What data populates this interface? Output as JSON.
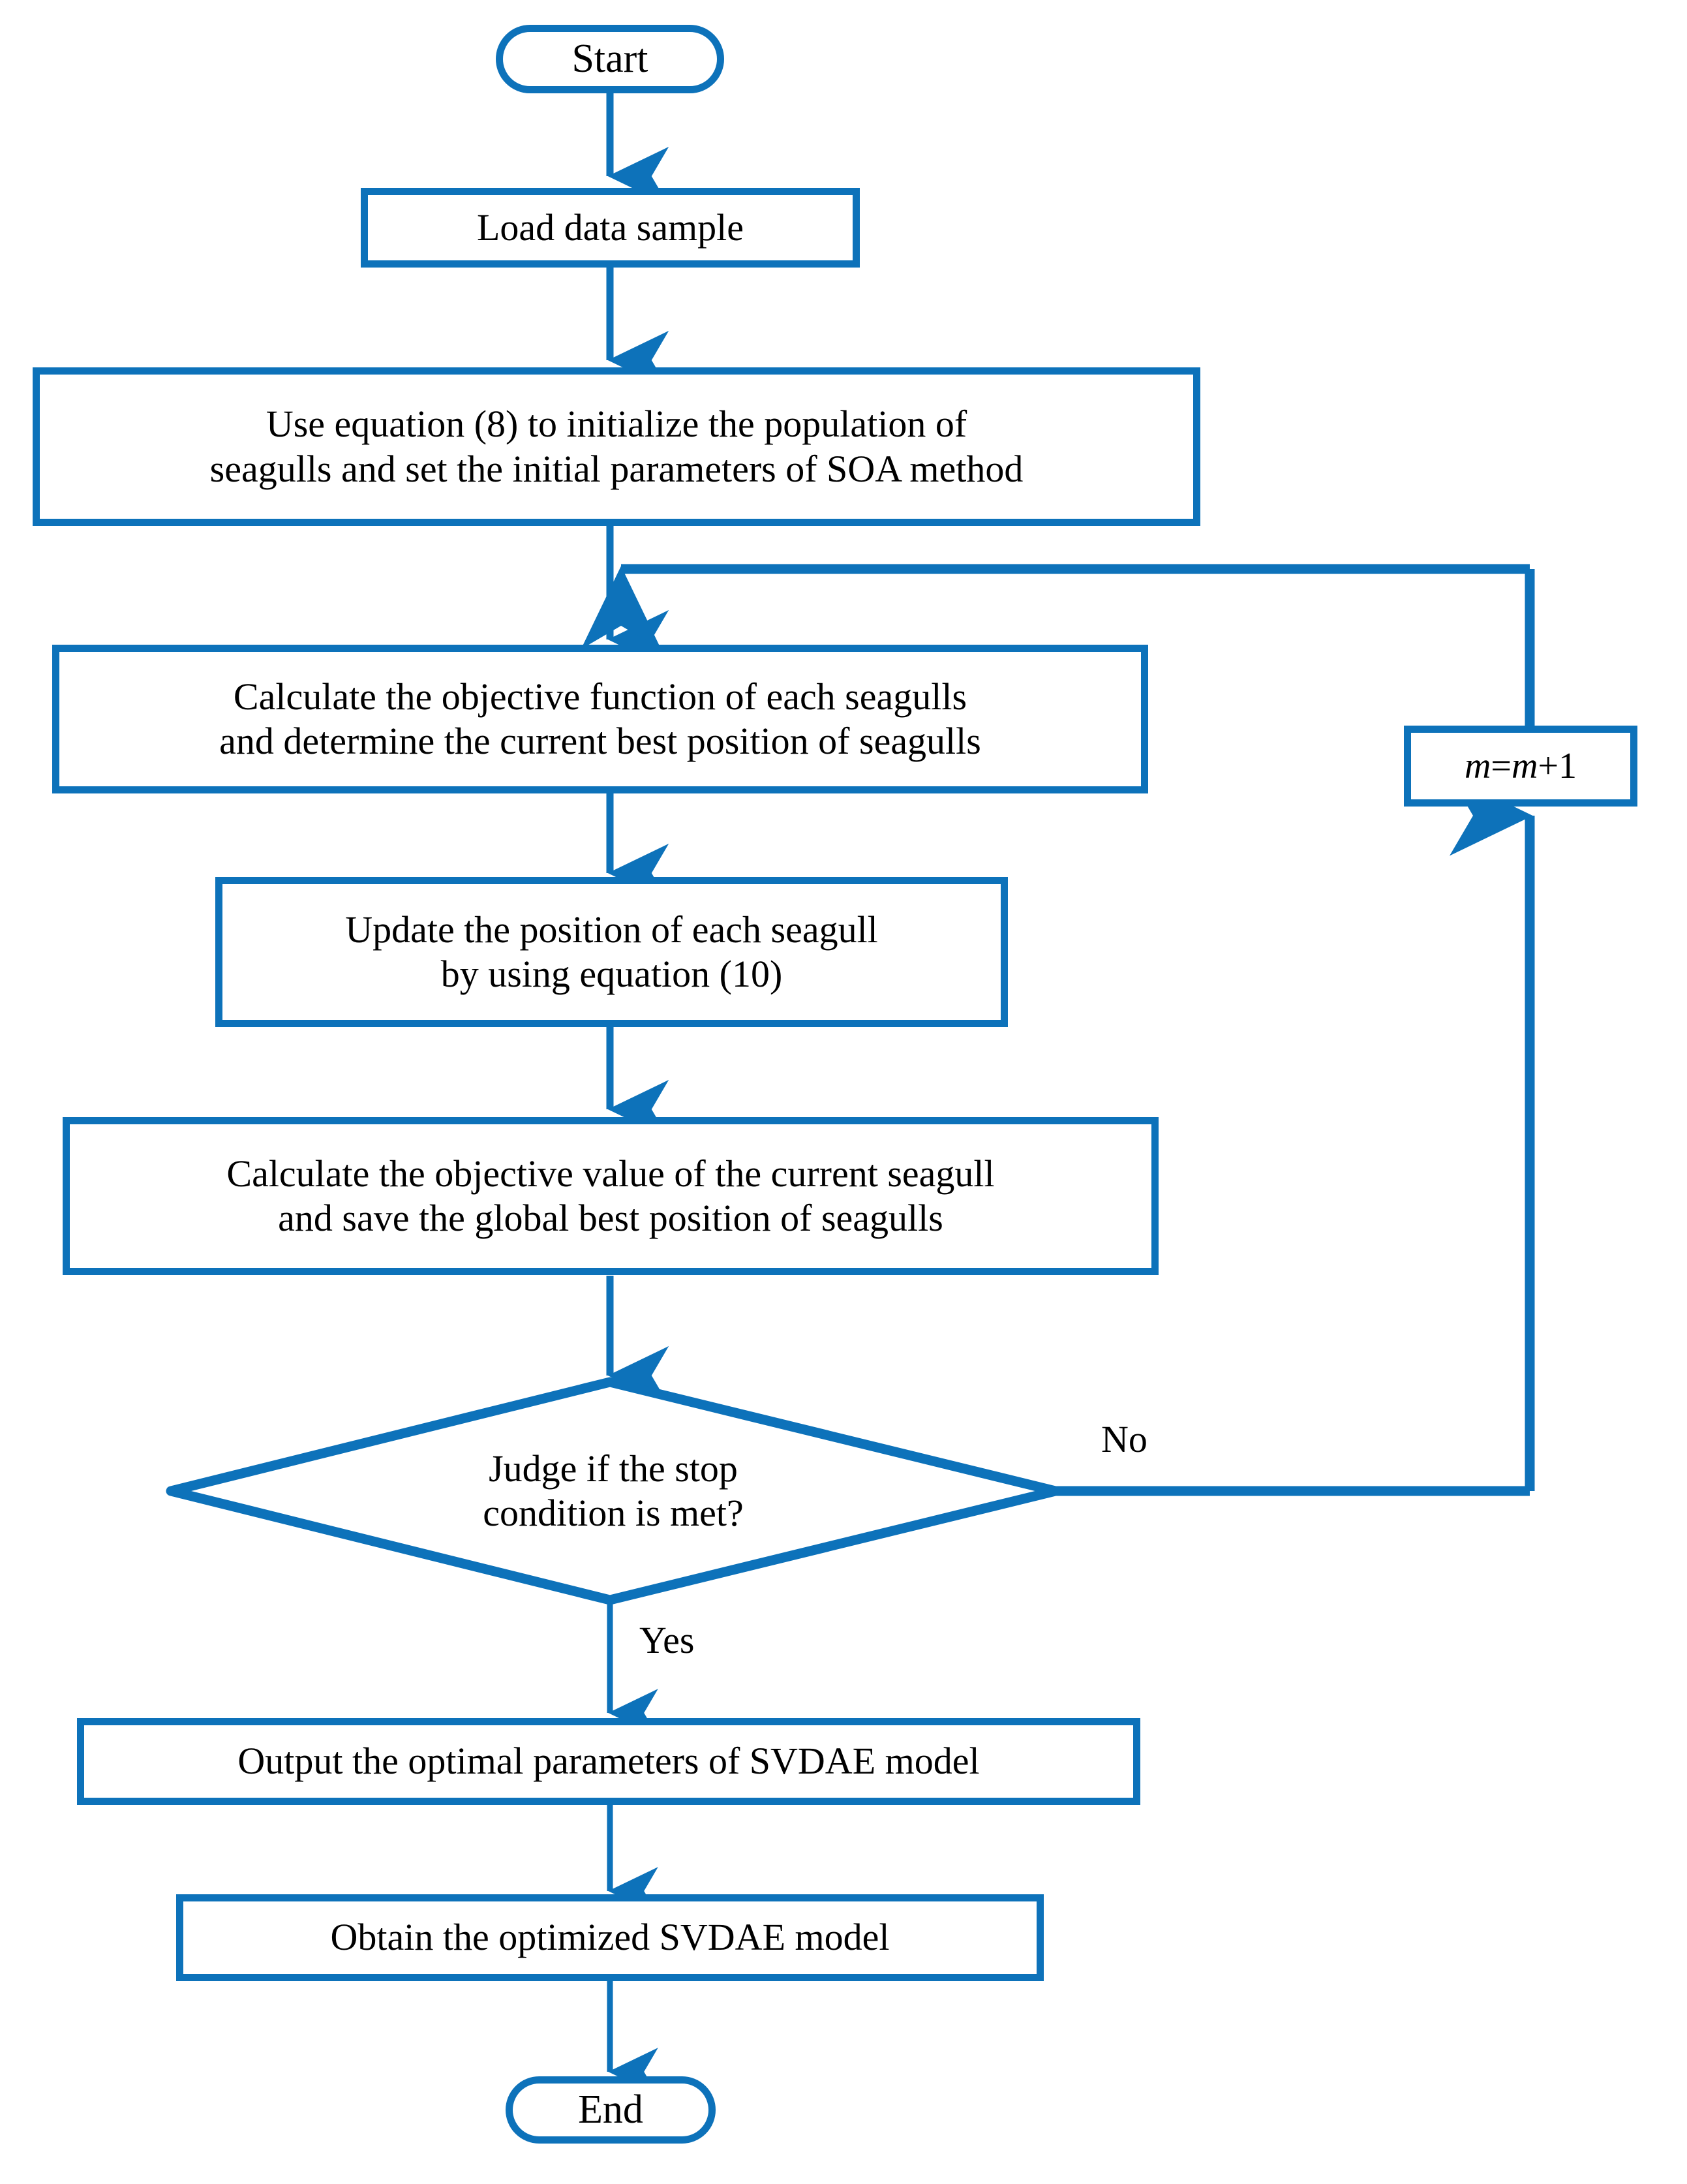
{
  "diagram": {
    "title": "SOA-SVDAE optimization flowchart",
    "accent_color": "#0d72ba",
    "text_color": "#000000",
    "background_color": "#ffffff"
  },
  "nodes": {
    "start": {
      "label": "Start",
      "shape": "terminal"
    },
    "load_data": {
      "label": "Load data sample",
      "shape": "process"
    },
    "init_population": {
      "label": "Use equation (8) to initialize the population of\nseagulls and set the initial parameters of SOA method",
      "shape": "process"
    },
    "calc_objective_function": {
      "label": "Calculate the objective function of each seagulls\nand determine the current best position of seagulls",
      "shape": "process"
    },
    "update_position": {
      "label": "Update the position of each seagull\nby using equation (10)",
      "shape": "process"
    },
    "calc_objective_value": {
      "label": "Calculate the objective value of the current seagull\nand save the global best position of seagulls",
      "shape": "process"
    },
    "decision_stop": {
      "label": "Judge if the stop\ncondition is met?",
      "shape": "diamond"
    },
    "increment_counter": {
      "label_prefix": "m",
      "label_middle": "=",
      "label_var": "m",
      "label_suffix": "+1",
      "label_plain": "m=m+1",
      "shape": "process"
    },
    "output_params": {
      "label": "Output the optimal parameters of SVDAE model",
      "shape": "process"
    },
    "obtain_model": {
      "label": "Obtain the optimized SVDAE model",
      "shape": "process"
    },
    "end": {
      "label": "End",
      "shape": "terminal"
    }
  },
  "edge_labels": {
    "no": "No",
    "yes": "Yes"
  }
}
